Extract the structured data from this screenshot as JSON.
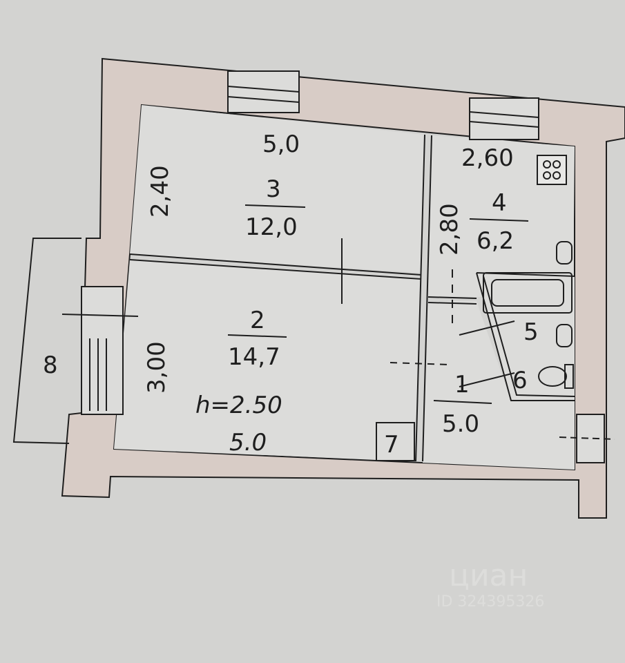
{
  "rooms": [
    {
      "number": "3",
      "area": "12,0",
      "width": "5,0",
      "depth": "2,40"
    },
    {
      "number": "2",
      "area": "14,7",
      "depth": "3,00",
      "width": "5.0",
      "height": "h=2.50"
    },
    {
      "number": "4",
      "area": "6,2",
      "width": "2,60",
      "depth": "2,80"
    },
    {
      "number": "1",
      "area": "5.0"
    },
    {
      "number": "5"
    },
    {
      "number": "6"
    },
    {
      "number": "7"
    },
    {
      "number": "8"
    }
  ],
  "watermark": {
    "brand": "циан",
    "id": "ID 324395326"
  },
  "colors": {
    "background": "#d3d3d1",
    "wall": "#d8ccc6",
    "line": "#1e1e1e"
  }
}
